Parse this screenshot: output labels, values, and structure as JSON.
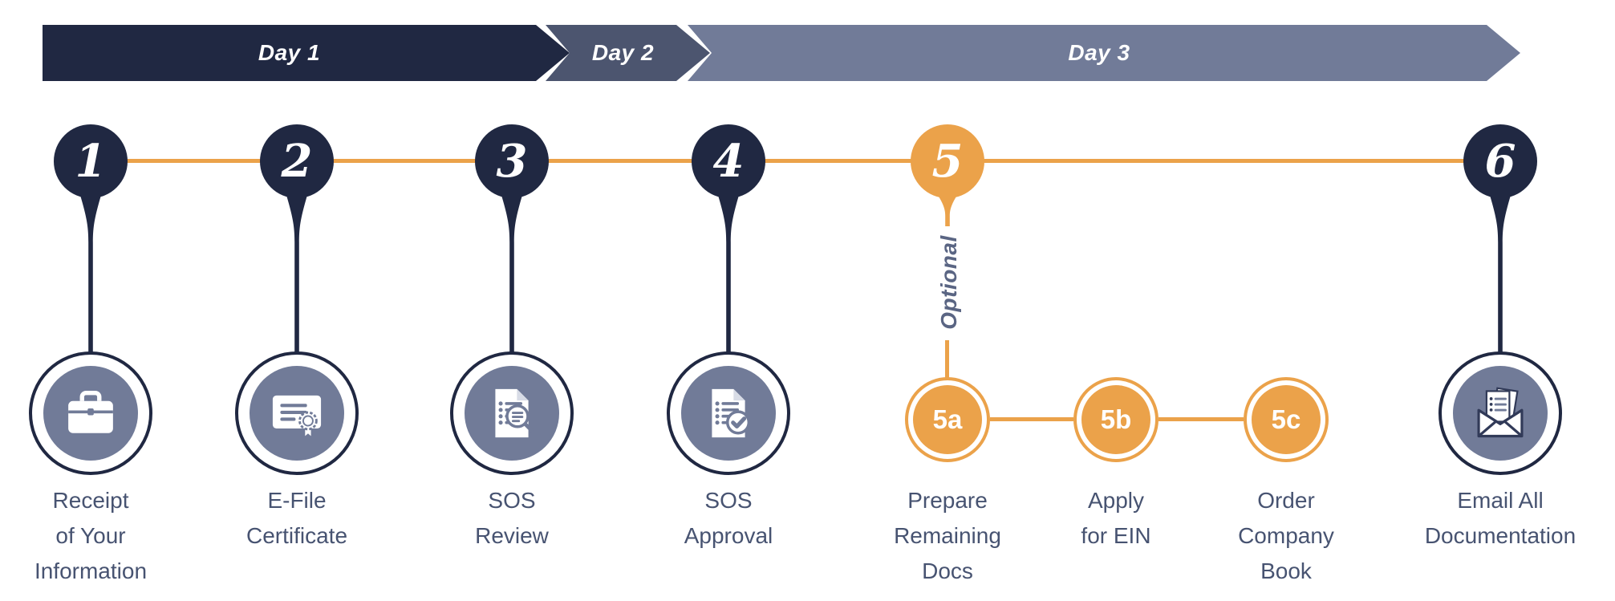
{
  "banner": {
    "segments": [
      {
        "label": "Day 1",
        "color": "#202842"
      },
      {
        "label": "Day 2",
        "color": "#4c556f"
      },
      {
        "label": "Day 3",
        "color": "#717b98"
      }
    ]
  },
  "steps": [
    {
      "number": "1",
      "label": [
        "Receipt",
        "of Your",
        "Information"
      ],
      "icon": "briefcase-icon"
    },
    {
      "number": "2",
      "label": [
        "E-File",
        "Certificate"
      ],
      "icon": "certificate-icon"
    },
    {
      "number": "3",
      "label": [
        "SOS",
        "Review"
      ],
      "icon": "document-review-icon"
    },
    {
      "number": "4",
      "label": [
        "SOS",
        "Approval"
      ],
      "icon": "document-approved-icon"
    },
    {
      "number": "5",
      "optional_label": "Optional"
    },
    {
      "number": "6",
      "label": [
        "Email All",
        "Documentation"
      ],
      "icon": "email-documents-icon"
    }
  ],
  "substeps": [
    {
      "number": "5a",
      "label": [
        "Prepare",
        "Remaining",
        "Docs"
      ]
    },
    {
      "number": "5b",
      "label": [
        "Apply",
        "for EIN"
      ]
    },
    {
      "number": "5c",
      "label": [
        "Order",
        "Company",
        "Book"
      ]
    }
  ],
  "colors": {
    "navy": "#202842",
    "day2_blue": "#4c556f",
    "slate_blue": "#717b98",
    "orange": "#EBA24A",
    "label_text": "#475371",
    "optional_text": "#5a6583"
  }
}
